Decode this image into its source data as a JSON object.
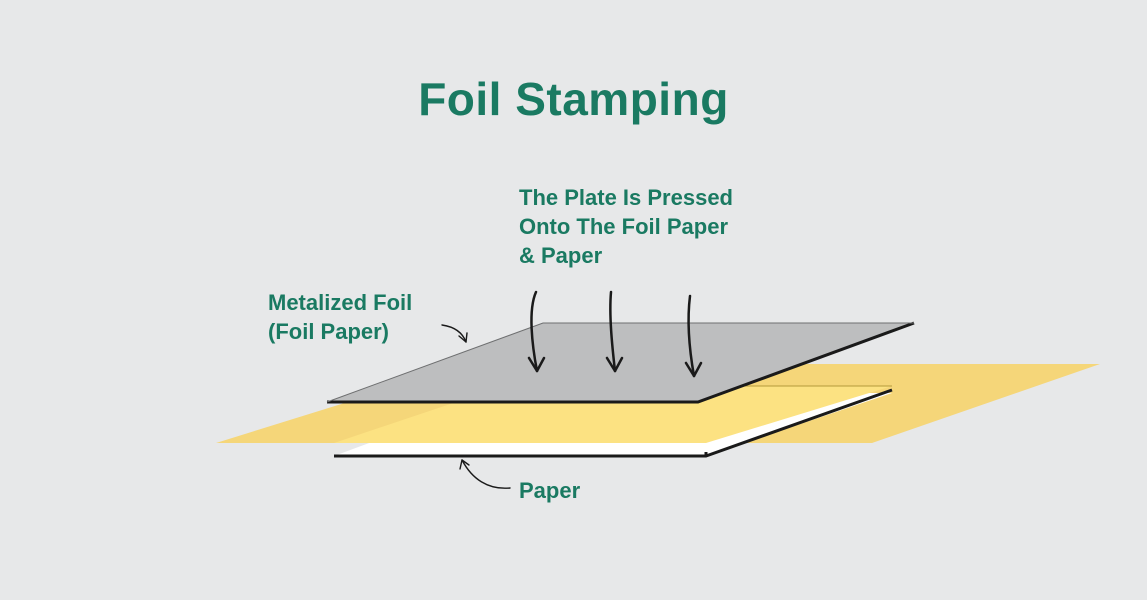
{
  "title": "Foil Stamping",
  "labels": {
    "plate": [
      "The Plate Is Pressed",
      "Onto The Foil Paper",
      "& Paper"
    ],
    "foil": [
      "Metalized Foil",
      "(Foil Paper)"
    ],
    "paper": "Paper"
  },
  "colors": {
    "background": "#e7e8e9",
    "text_green": "#1a7a62",
    "foil_gray": "#bdbebf",
    "gold_sheet": "#f5d679",
    "gold_light": "#fce282",
    "paper_white": "#ffffff",
    "outline": "#1a1a1a"
  },
  "icons": [
    "down-arrow-icon",
    "curved-pointer-arrow-icon"
  ]
}
